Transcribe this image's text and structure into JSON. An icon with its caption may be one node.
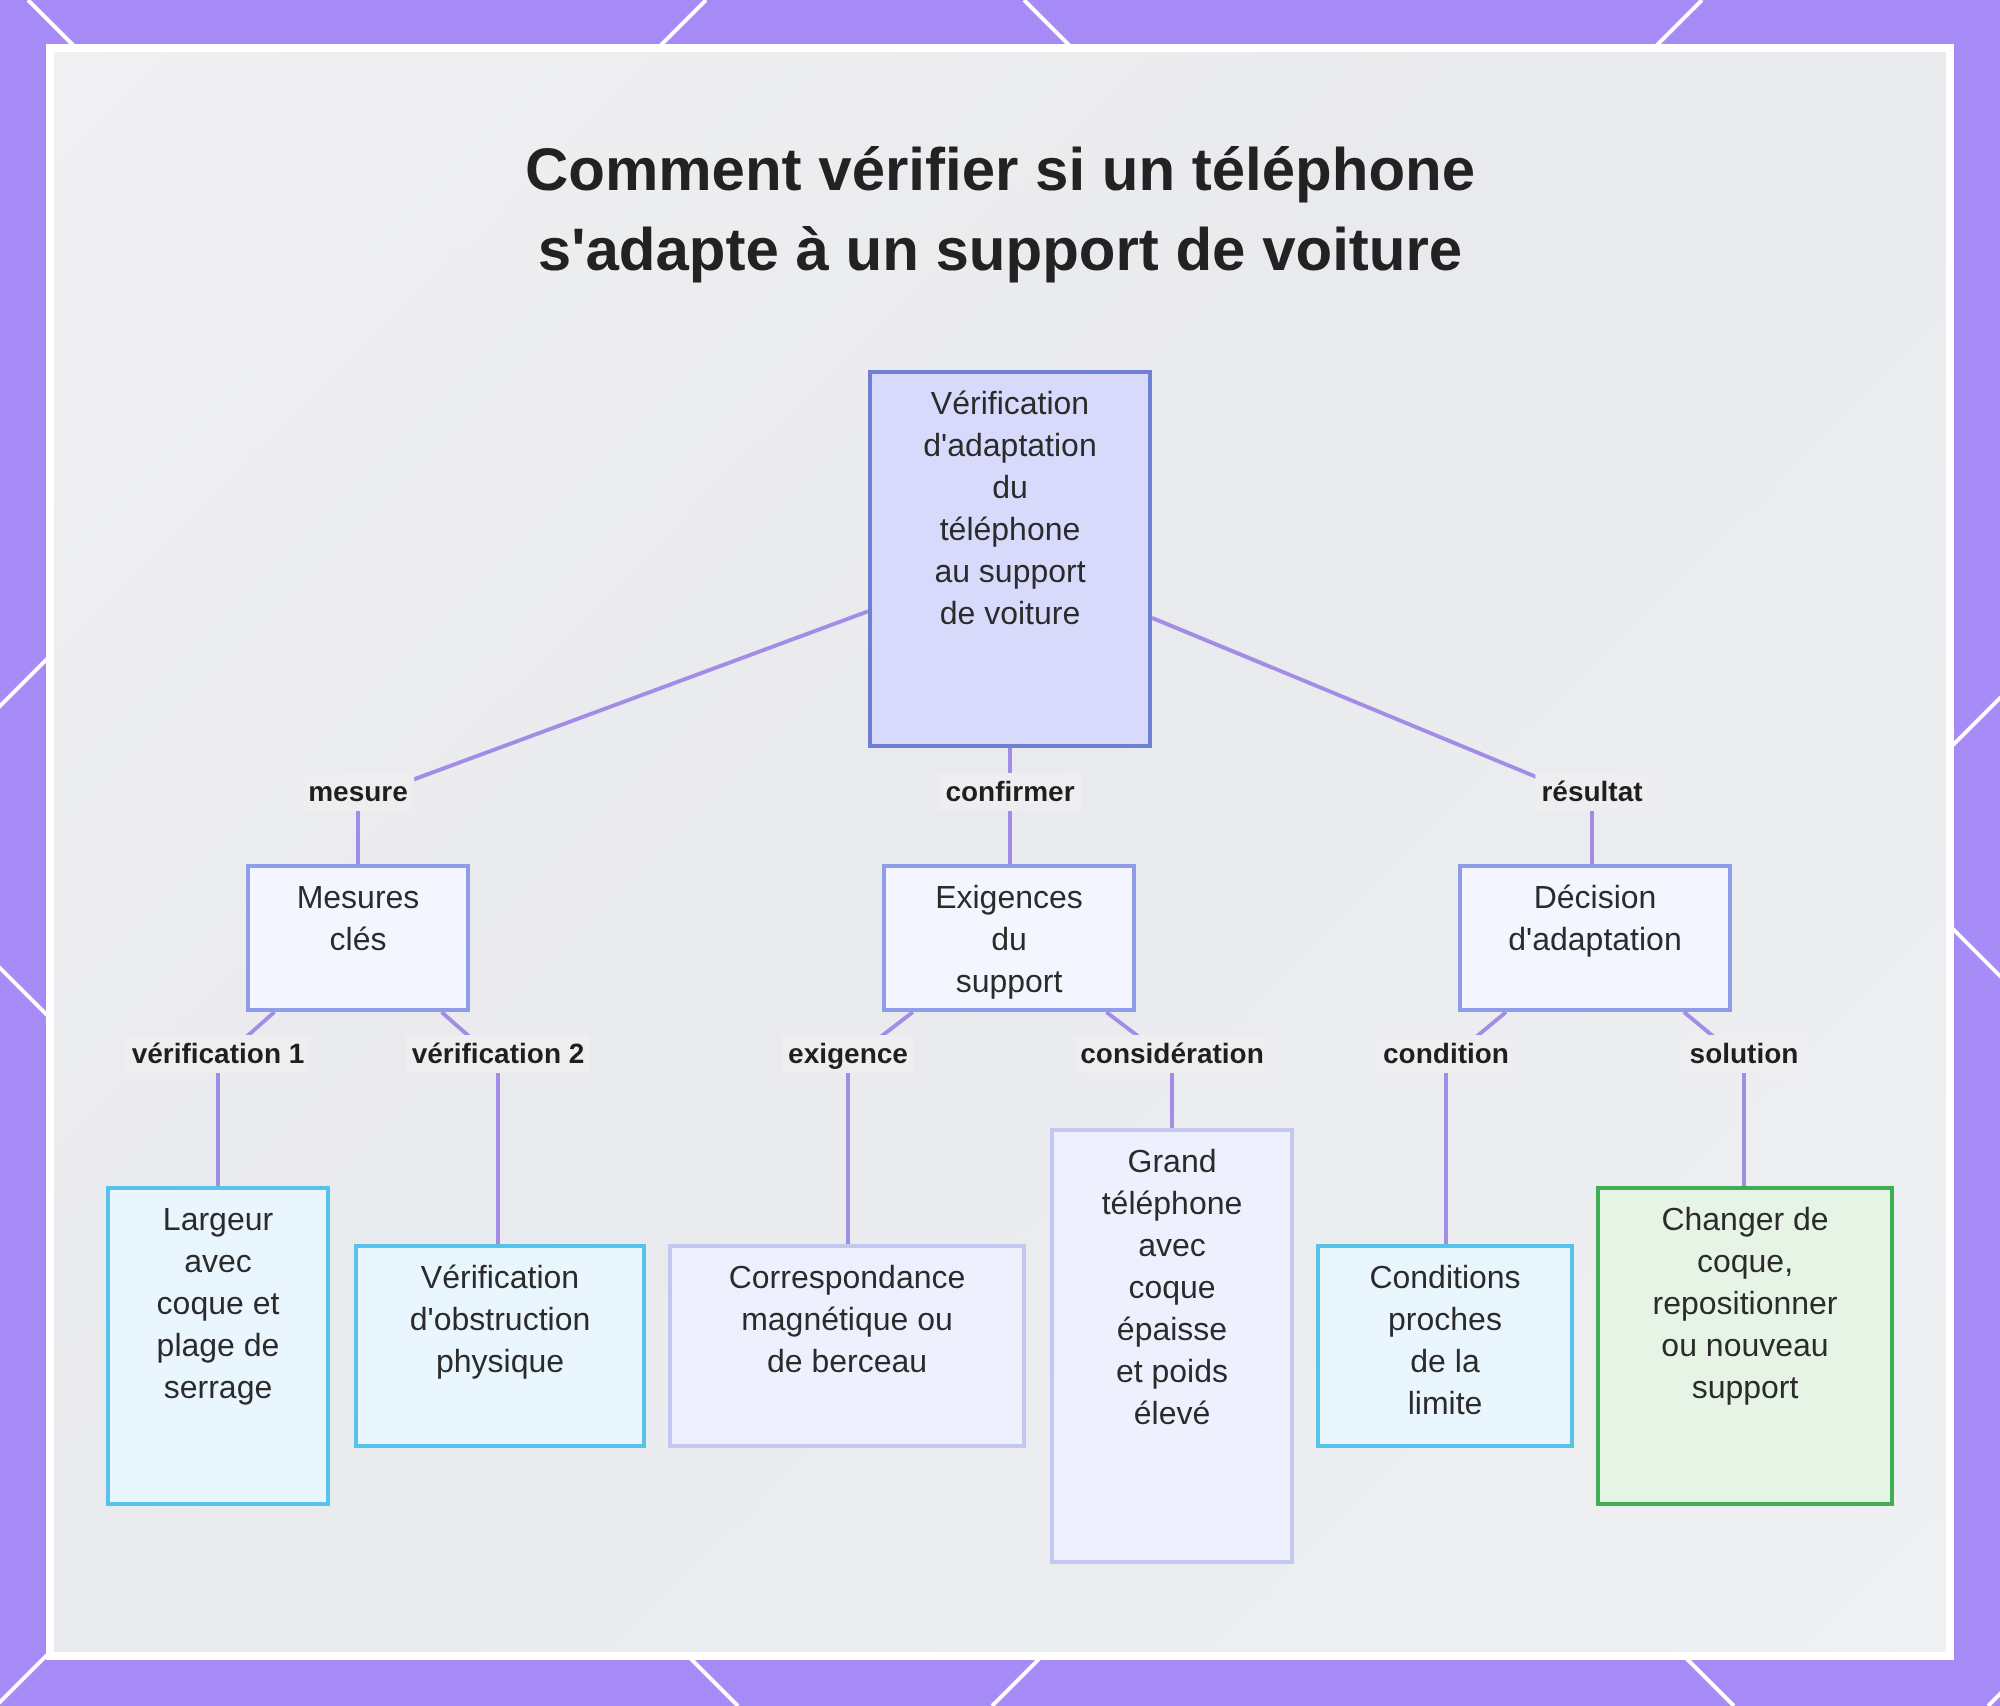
{
  "diagram": {
    "title": "Comment vérifier si un téléphone s'adapte à un support de voiture",
    "nodes": [
      {
        "text": [
          "Vérification d'adaptation du téléphone au support de voiture"
        ]
      },
      {
        "text": [
          "Mesures clés"
        ]
      },
      {
        "text": [
          "Exigences du support"
        ]
      },
      {
        "text": [
          "Décision d'adaptation"
        ]
      },
      {
        "text": [
          "Largeur avec coque et plage de serrage"
        ]
      },
      {
        "text": [
          "Vérification d'obstruction physique"
        ]
      },
      {
        "text": [
          "Correspondance magnétique ou de berceau"
        ]
      },
      {
        "text": [
          "Grand téléphone avec coque épaisse et poids élevé"
        ]
      },
      {
        "text": [
          "Conditions proches de la limite"
        ]
      },
      {
        "text": [
          "Changer de coque, repositionner ou nouveau support"
        ]
      }
    ],
    "edges": [
      {
        "from": 0,
        "to": 1,
        "arrow": "none",
        "label": "mesure"
      },
      {
        "from": 0,
        "to": 2,
        "arrow": "none",
        "label": "confirmer"
      },
      {
        "from": 0,
        "to": 3,
        "arrow": "none",
        "label": "résultat"
      },
      {
        "from": 1,
        "to": 4,
        "arrow": "none",
        "label": "vérification 1"
      },
      {
        "from": 1,
        "to": 5,
        "arrow": "none",
        "label": "vérification 2"
      },
      {
        "from": 2,
        "to": 6,
        "arrow": "none",
        "label": "exigence"
      },
      {
        "from": 2,
        "to": 7,
        "arrow": "none",
        "label": "considération"
      },
      {
        "from": 3,
        "to": 8,
        "arrow": "none",
        "label": "condition"
      },
      {
        "from": 3,
        "to": 9,
        "arrow": "none",
        "label": "solution"
      }
    ]
  }
}
